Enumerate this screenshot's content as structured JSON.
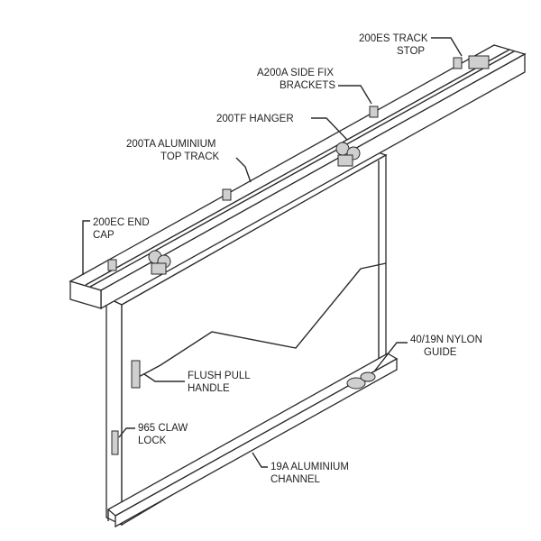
{
  "title": "Sliding door top track hardware assembly",
  "labels": {
    "track_stop": [
      "200ES TRACK",
      "STOP"
    ],
    "side_fix_brackets": [
      "A200A SIDE FIX",
      "BRACKETS"
    ],
    "hanger": [
      "200TF HANGER"
    ],
    "top_track": [
      "200TA ALUMINIUM",
      "TOP TRACK"
    ],
    "end_cap": [
      "200EC END",
      "CAP"
    ],
    "nylon_guide": [
      "40/19N NYLON",
      "GUIDE"
    ],
    "flush_pull_handle": [
      "FLUSH PULL",
      "HANDLE"
    ],
    "claw_lock": [
      "965 CLAW",
      "LOCK"
    ],
    "channel": [
      "19A ALUMINIUM",
      "CHANNEL"
    ]
  }
}
